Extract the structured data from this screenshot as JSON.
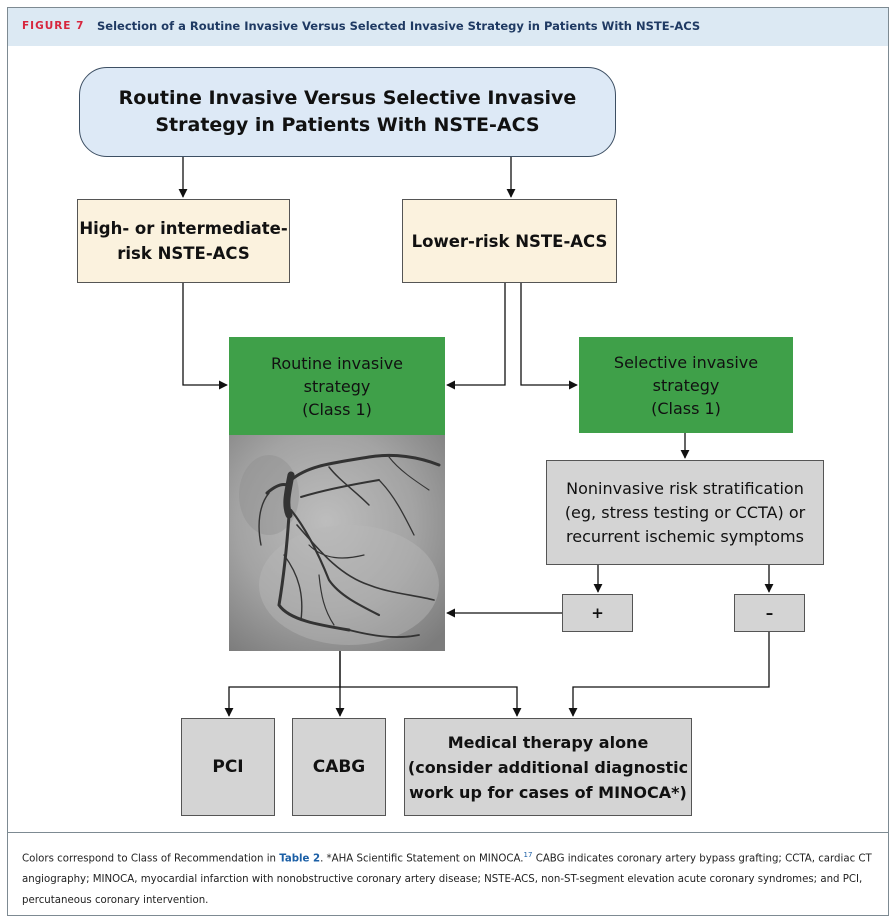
{
  "header": {
    "figure_label": "FIGURE 7",
    "title": "Selection of a Routine Invasive Versus Selected Invasive Strategy in Patients With NSTE-ACS"
  },
  "diagram": {
    "top_box": {
      "line1": "Routine Invasive Versus Selective Invasive",
      "line2": "Strategy in Patients With NSTE-ACS"
    },
    "high_risk": {
      "line1": "High- or intermediate-",
      "line2": "risk NSTE-ACS"
    },
    "lower_risk": {
      "label": "Lower-risk NSTE-ACS"
    },
    "routine_invasive": {
      "line1": "Routine invasive",
      "line2": "strategy",
      "line3": "(Class 1)"
    },
    "selective_invasive": {
      "line1": "Selective invasive",
      "line2": "strategy",
      "line3": "(Class 1)"
    },
    "noninvasive": {
      "line1": "Noninvasive risk stratification",
      "line2": "(eg, stress testing or CCTA) or",
      "line3": "recurrent ischemic symptoms"
    },
    "positive": "+",
    "negative": "–",
    "pci": "PCI",
    "cabg": "CABG",
    "medical": {
      "line1": "Medical therapy alone",
      "line2": "(consider additional diagnostic",
      "line3": "work up for cases of MINOCA*)"
    },
    "colors": {
      "class1_green": "#3fa049",
      "top_box_blue": "#dde9f6",
      "risk_cream": "#fbf2de",
      "outcome_gray": "#d4d4d4"
    }
  },
  "caption": {
    "part1": "Colors correspond to Class of Recommendation in ",
    "table_ref": "Table 2",
    "part2": ". *AHA Scientific Statement on MINOCA.",
    "sup": "17",
    "part3": " CABG indicates coronary artery bypass grafting; CCTA, cardiac CT angiography; MINOCA, myocardial infarction with nonobstructive coronary artery disease; NSTE-ACS, non-ST-segment elevation acute coronary syndromes; and PCI, percutaneous coronary intervention."
  }
}
